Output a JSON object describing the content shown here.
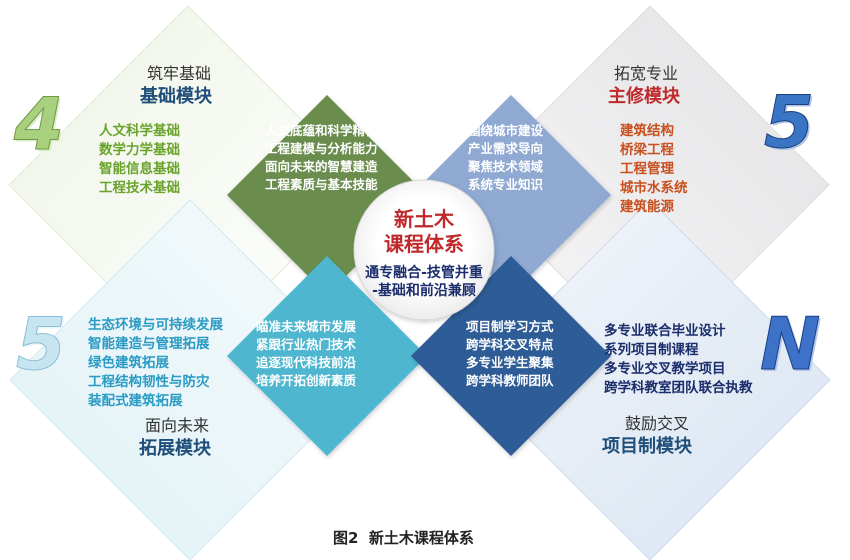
{
  "center": {
    "title_line1": "新土木",
    "title_line2": "课程体系",
    "subtitle_line1": "通专融合-技管并重",
    "subtitle_line2": "-基础和前沿兼顾"
  },
  "modules": {
    "foundation": {
      "number": "4",
      "subtitle": "筑牢基础",
      "title": "基础模块",
      "items": [
        "人文科学基础",
        "数学力学基础",
        "智能信息基础",
        "工程技术基础"
      ]
    },
    "major": {
      "number": "5",
      "subtitle": "拓宽专业",
      "title": "主修模块",
      "items": [
        "建筑结构",
        "桥梁工程",
        "工程管理",
        "城市水系统",
        "建筑能源"
      ]
    },
    "future": {
      "number": "5",
      "subtitle": "面向未来",
      "title": "拓展模块",
      "items": [
        "生态环境与可持续发展",
        "智能建造与管理拓展",
        "绿色建筑拓展",
        "工程结构韧性与防灾",
        "装配式建筑拓展"
      ]
    },
    "project": {
      "number": "N",
      "subtitle": "鼓励交叉",
      "title": "项目制模块",
      "items": [
        "多专业联合毕业设计",
        "系列项目制课程",
        "多专业交叉教学项目",
        "跨学科教室团队联合执教"
      ]
    }
  },
  "inner": {
    "top_left": [
      "人文底蕴和科学精神",
      "工程建模与分析能力",
      "面向未来的智慧建造",
      "工程素质与基本技能"
    ],
    "top_right": [
      "围绕城市建设",
      "产业需求导向",
      "聚焦技术领域",
      "系统专业知识"
    ],
    "bottom_left": [
      "瞄准未来城市发展",
      "紧跟行业热门技术",
      "追逐现代科技前沿",
      "培养开拓创新素质"
    ],
    "bottom_right": [
      "项目制学习方式",
      "跨学科交叉特点",
      "多专业学生聚集",
      "跨学科教师团队"
    ]
  },
  "caption": "图2  新土木课程体系",
  "colors": {
    "green": "#6a8d4e",
    "light_blue": "#8fa9d2",
    "teal": "#4fb6cf",
    "dark_blue": "#2d5b96",
    "title_blue": "#1f4e79",
    "title_red": "#c0292b",
    "text_green": "#6aa32b",
    "text_orange": "#c8501f",
    "text_teal": "#2a9bc4",
    "text_navy": "#1b2d6b"
  }
}
